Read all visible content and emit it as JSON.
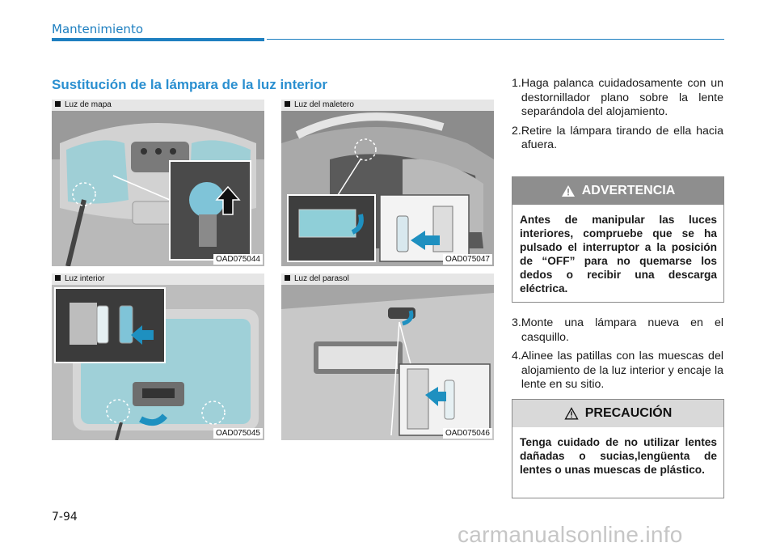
{
  "header": {
    "section": "Mantenimiento"
  },
  "heading": "Sustitución de la lámpara de la luz interior",
  "figures": [
    {
      "caption": "Luz de mapa",
      "code": "OAD075044"
    },
    {
      "caption": "Luz del maletero",
      "code": "OAD075047"
    },
    {
      "caption": "Luz interior",
      "code": "OAD075045"
    },
    {
      "caption": "Luz del parasol",
      "code": "OAD075046"
    }
  ],
  "steps": [
    {
      "num": "1.",
      "text": "Haga palanca cuidadosamente con un destornillador plano sobre la lente separándola del alojamiento."
    },
    {
      "num": "2.",
      "text": "Retire la lámpara tirando de ella hacia afuera."
    },
    {
      "num": "3.",
      "text": "Monte una lámpara nueva en el casquillo."
    },
    {
      "num": "4.",
      "text": "Alinee las patillas con las muescas del alojamiento de la luz interior y encaje la lente en su sitio."
    }
  ],
  "warning": {
    "title": "ADVERTENCIA",
    "icon": "warning-triangle-icon",
    "text": "Antes de manipular las luces interiores, compruebe que se ha pulsado el interruptor a la posición de “OFF” para no quemarse los dedos o recibir una descarga eléctrica."
  },
  "caution": {
    "title": "PRECAUCIÓN",
    "icon": "caution-triangle-icon",
    "text": "Tenga cuidado de no utilizar lentes dañadas o sucias,lengüenta de lentes o unas muescas de plástico."
  },
  "page_number": "7-94",
  "watermark": "carmanualsonline.info",
  "colors": {
    "accent": "#1e7fc0",
    "heading": "#2a8fd0",
    "warning_header": "#8e8e8e",
    "caution_header": "#d9d9d9"
  }
}
